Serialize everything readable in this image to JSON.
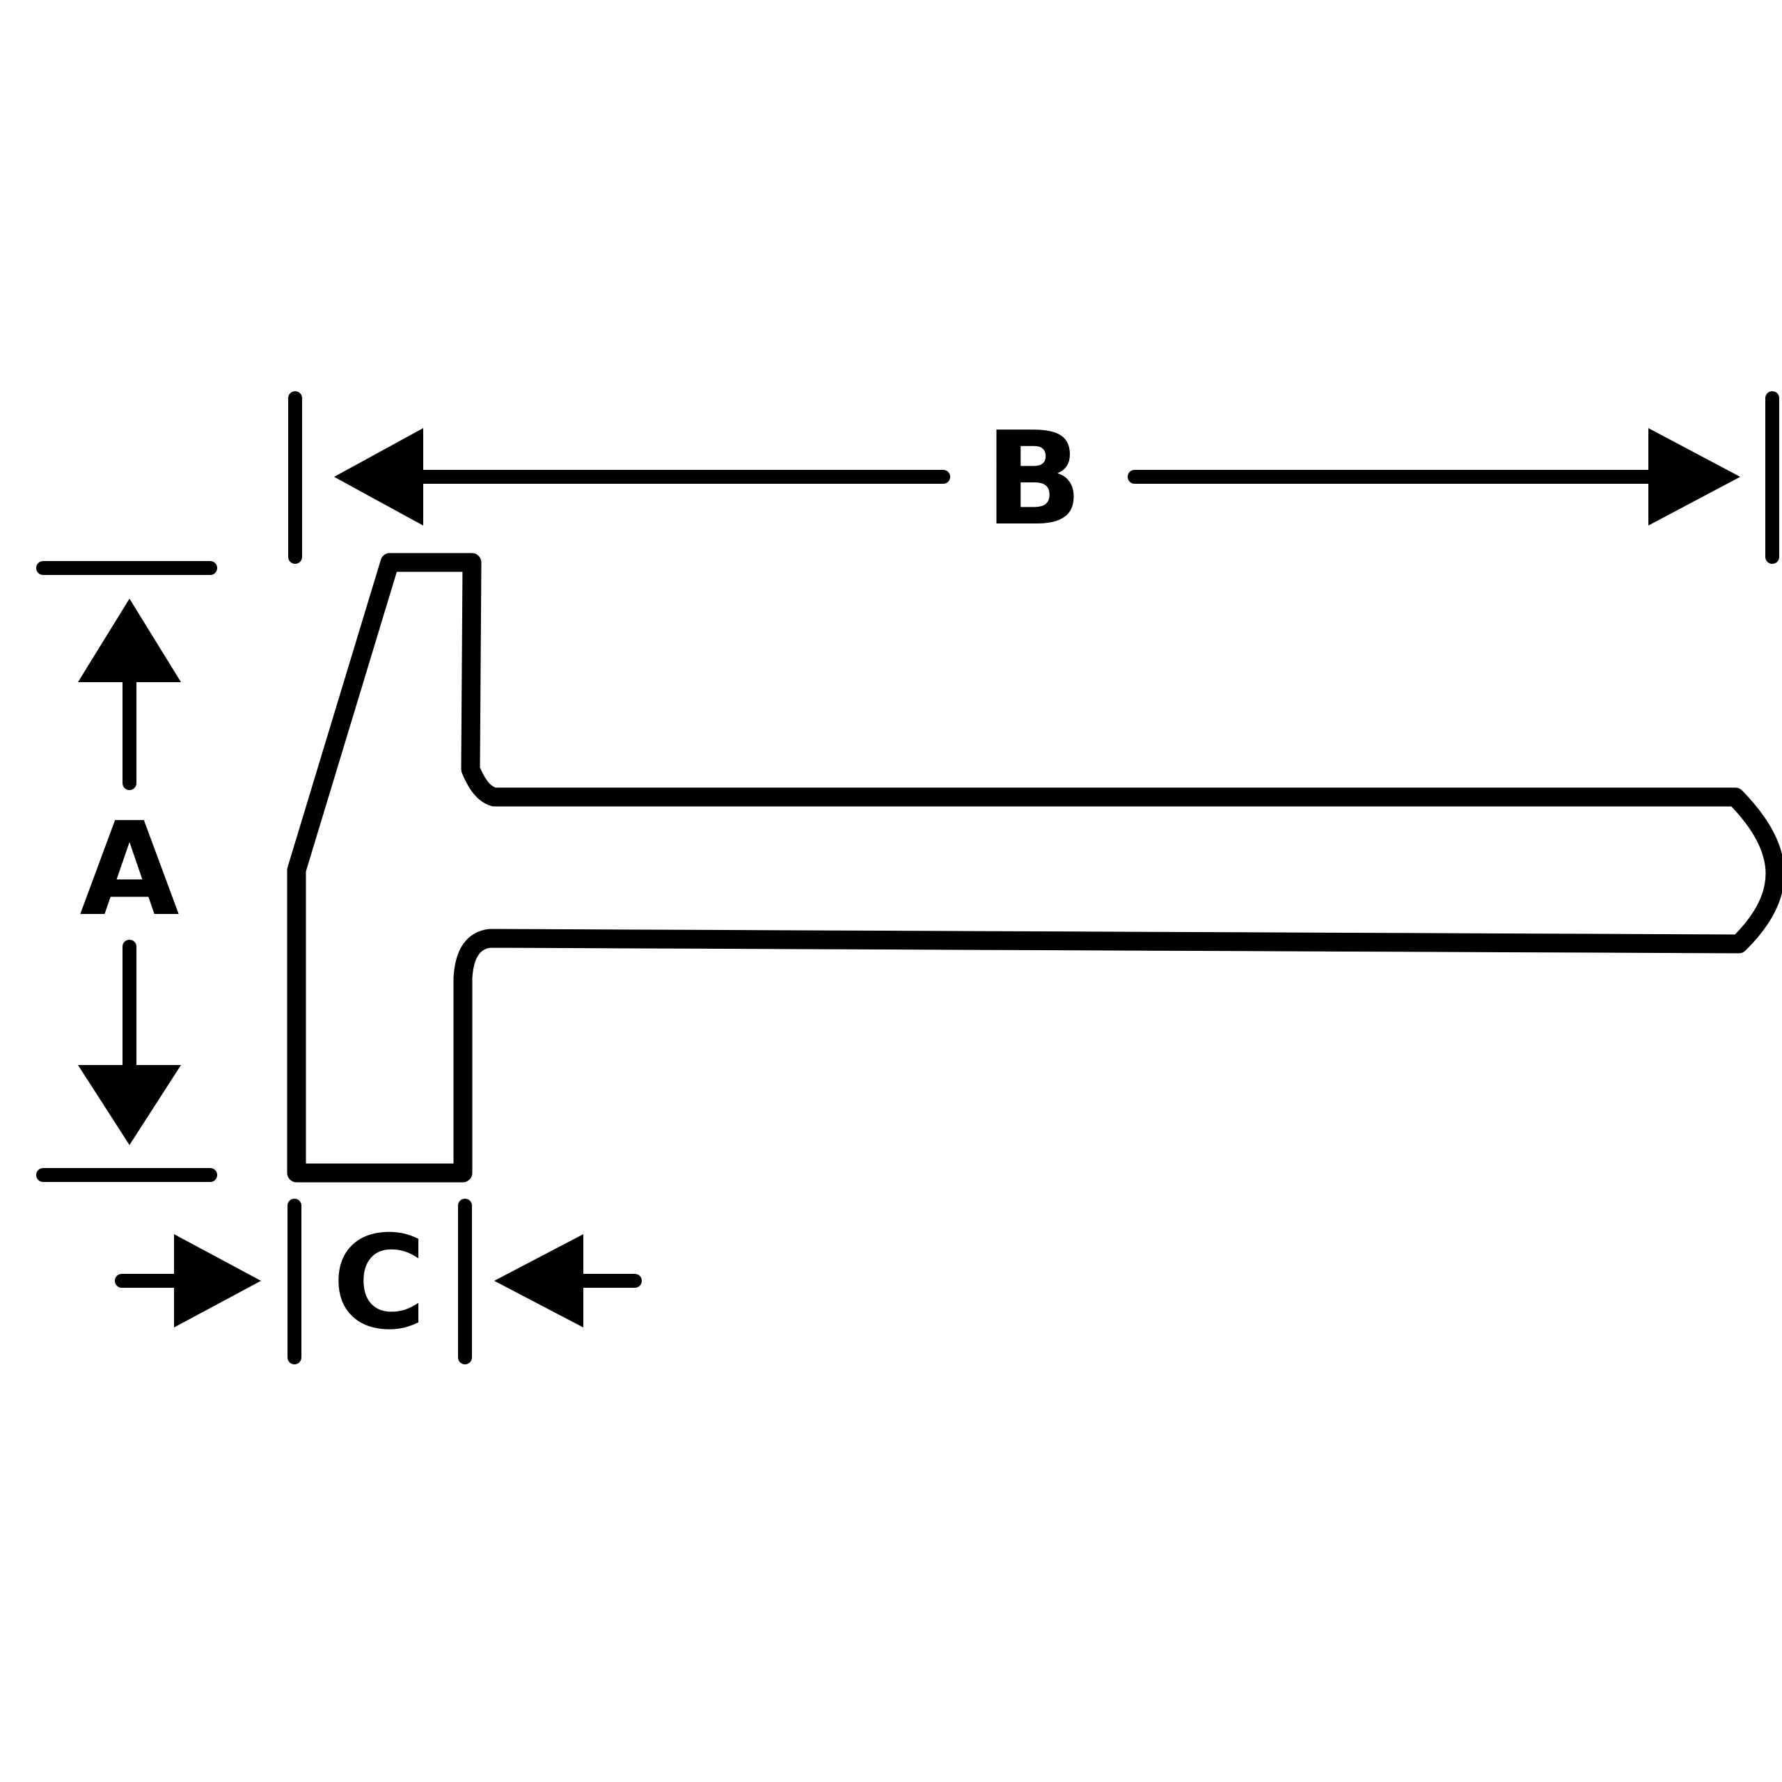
{
  "labels": {
    "a": "A",
    "b": "B",
    "c": "C"
  },
  "colors": {
    "stroke": "#000000",
    "background": "#ffffff"
  }
}
